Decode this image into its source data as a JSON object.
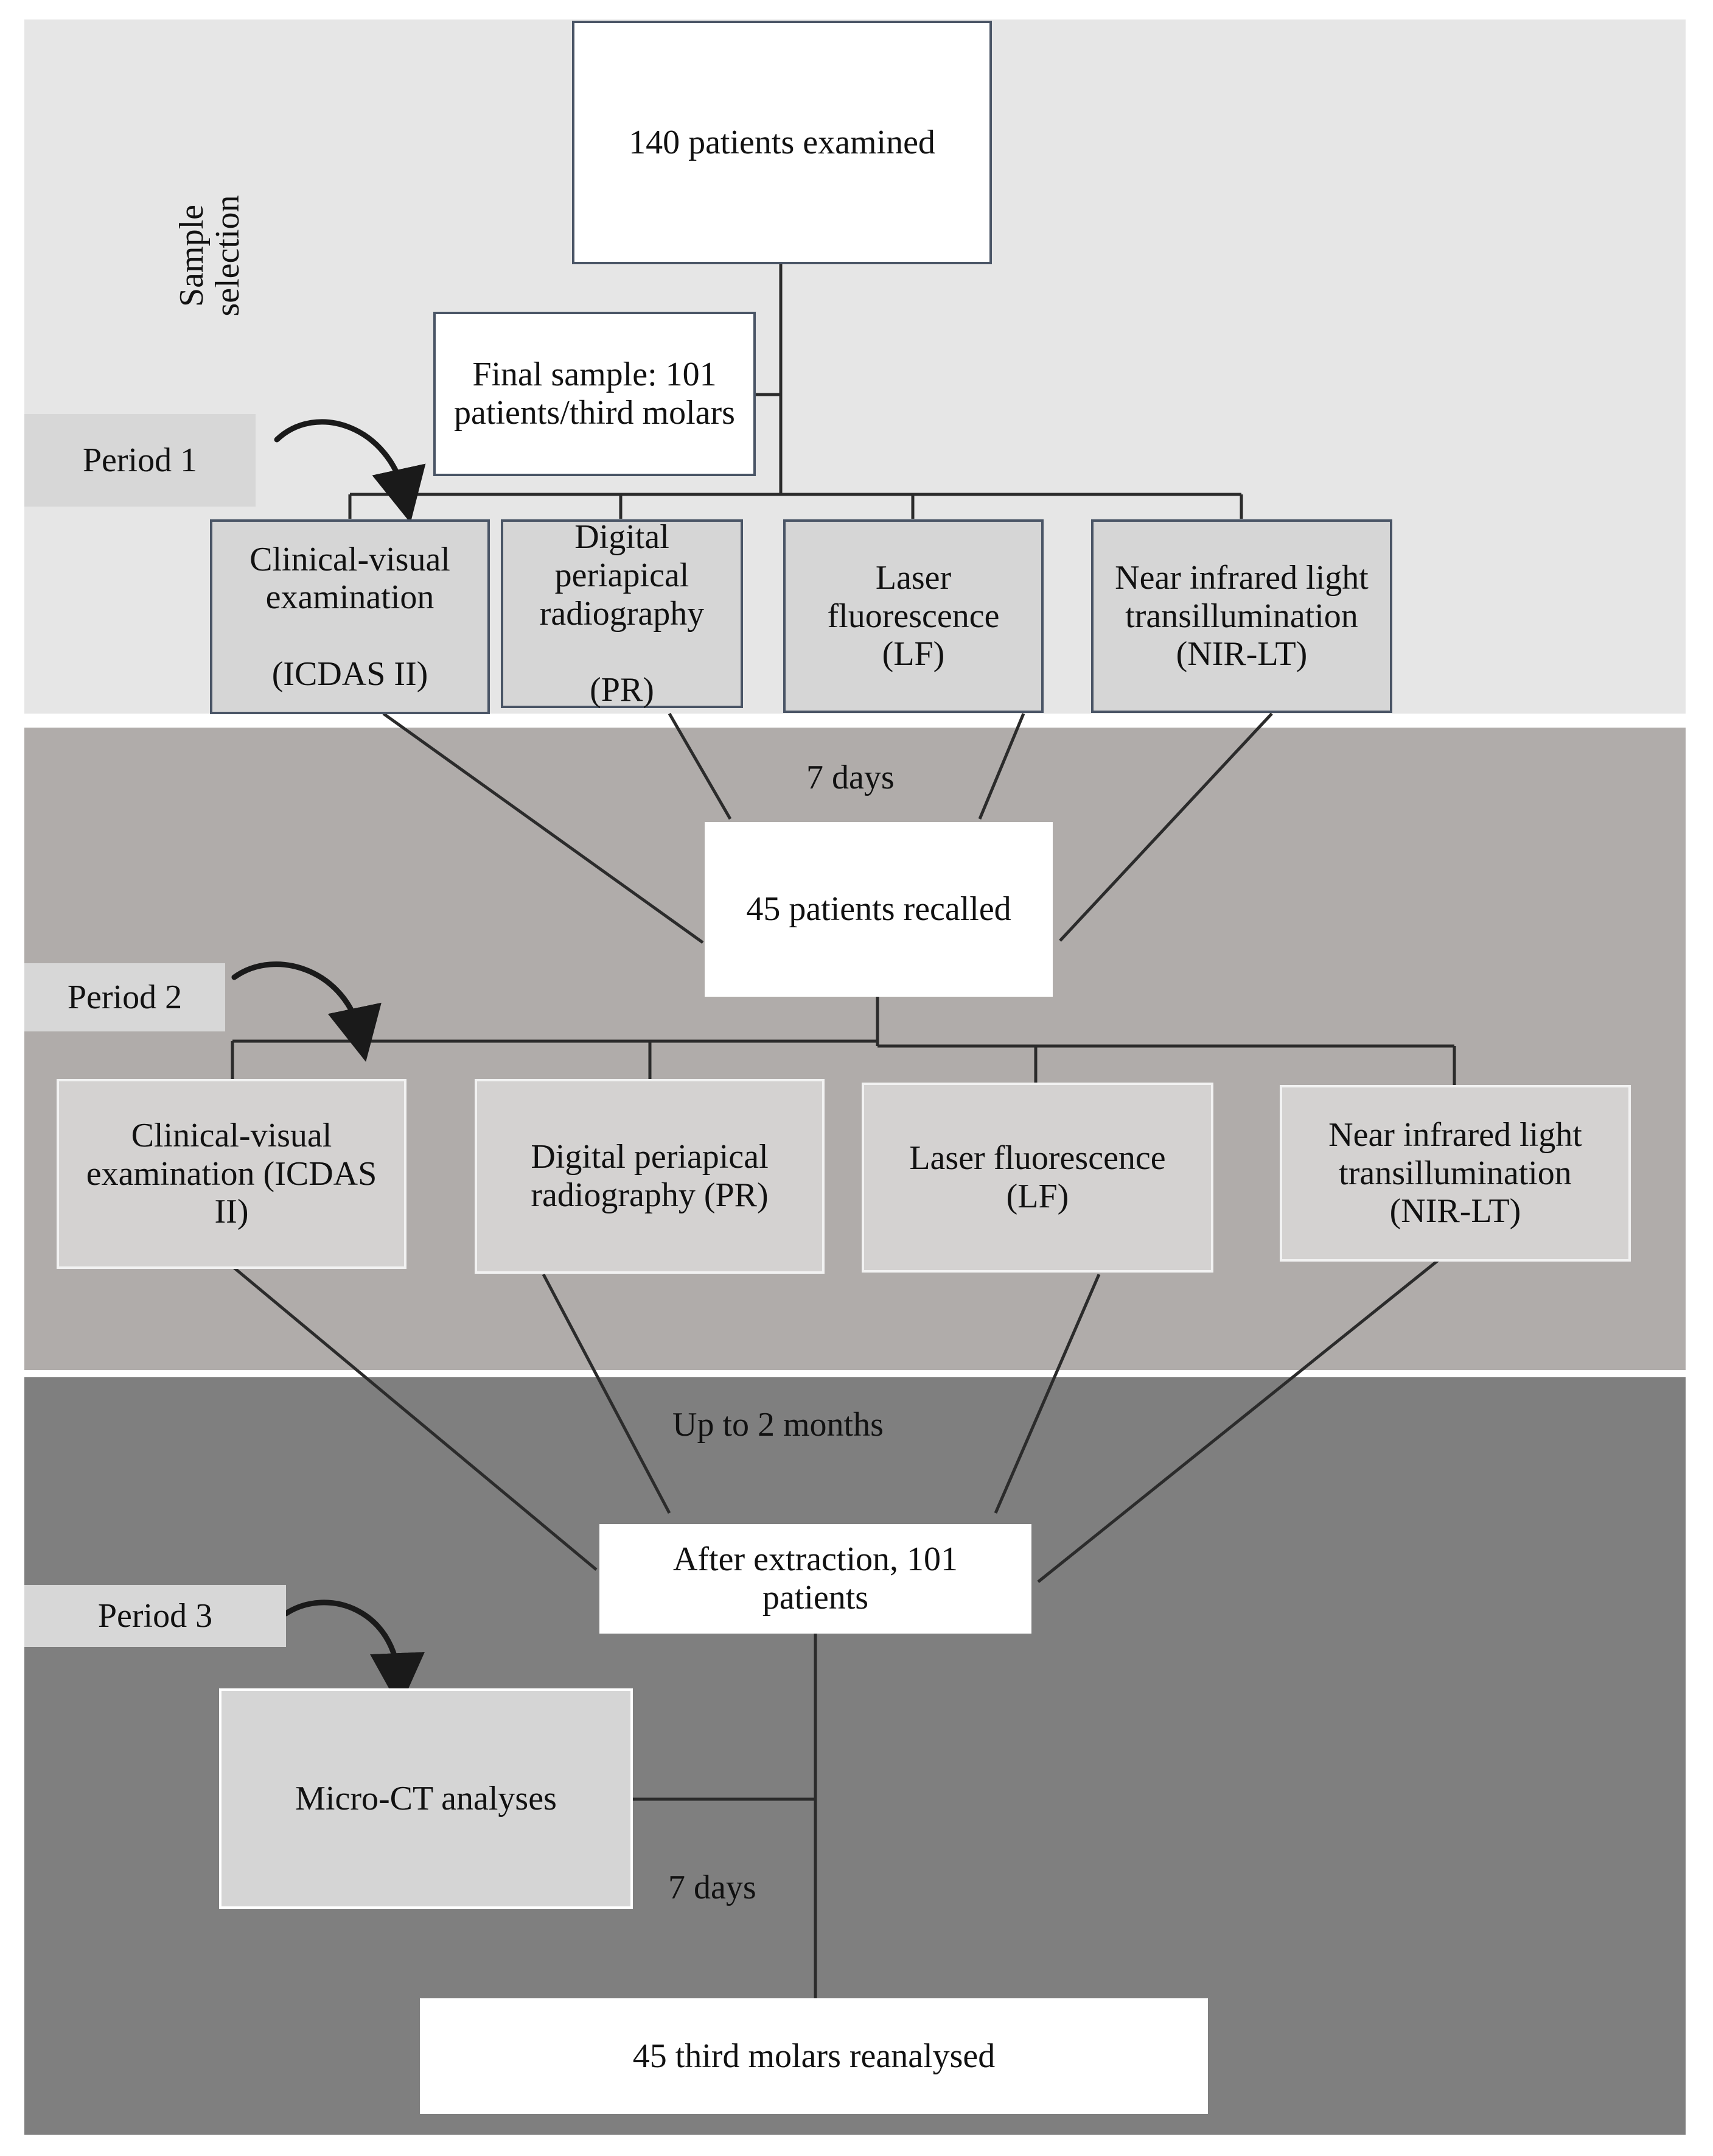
{
  "sections": {
    "sample_selection": "Sample\nselection",
    "period1": "Period 1",
    "period2": "Period 2",
    "period3": "Period 3"
  },
  "boxes": {
    "examined": "140 patients examined",
    "final_sample": "Final sample: 101\npatients/third molars",
    "p1_icdas": "Clinical-visual\nexamination\n\n(ICDAS II)",
    "p1_pr": "Digital\nperiapical\nradiography\n\n(PR)",
    "p1_lf": "Laser\nfluorescence\n(LF)",
    "p1_nir": "Near infrared light\ntransillumination\n(NIR-LT)",
    "recalled": "45 patients recalled",
    "p2_icdas": "Clinical-visual\nexamination (ICDAS\nII)",
    "p2_pr": "Digital periapical\nradiography (PR)",
    "p2_lf": "Laser fluorescence\n(LF)",
    "p2_nir": "Near infrared light\ntransillumination\n(NIR-LT)",
    "extraction": "After extraction, 101\npatients",
    "microct": "Micro-CT analyses",
    "reanalysed": "45 third molars reanalysed"
  },
  "intervals": {
    "seven_days_1": "7 days",
    "two_months": "Up to 2 months",
    "seven_days_2": "7 days"
  },
  "colors": {
    "band1": "#e6e6e6",
    "band2": "#b0acaa",
    "band3": "#7f7f7f",
    "connector": "#2b2b2b"
  }
}
